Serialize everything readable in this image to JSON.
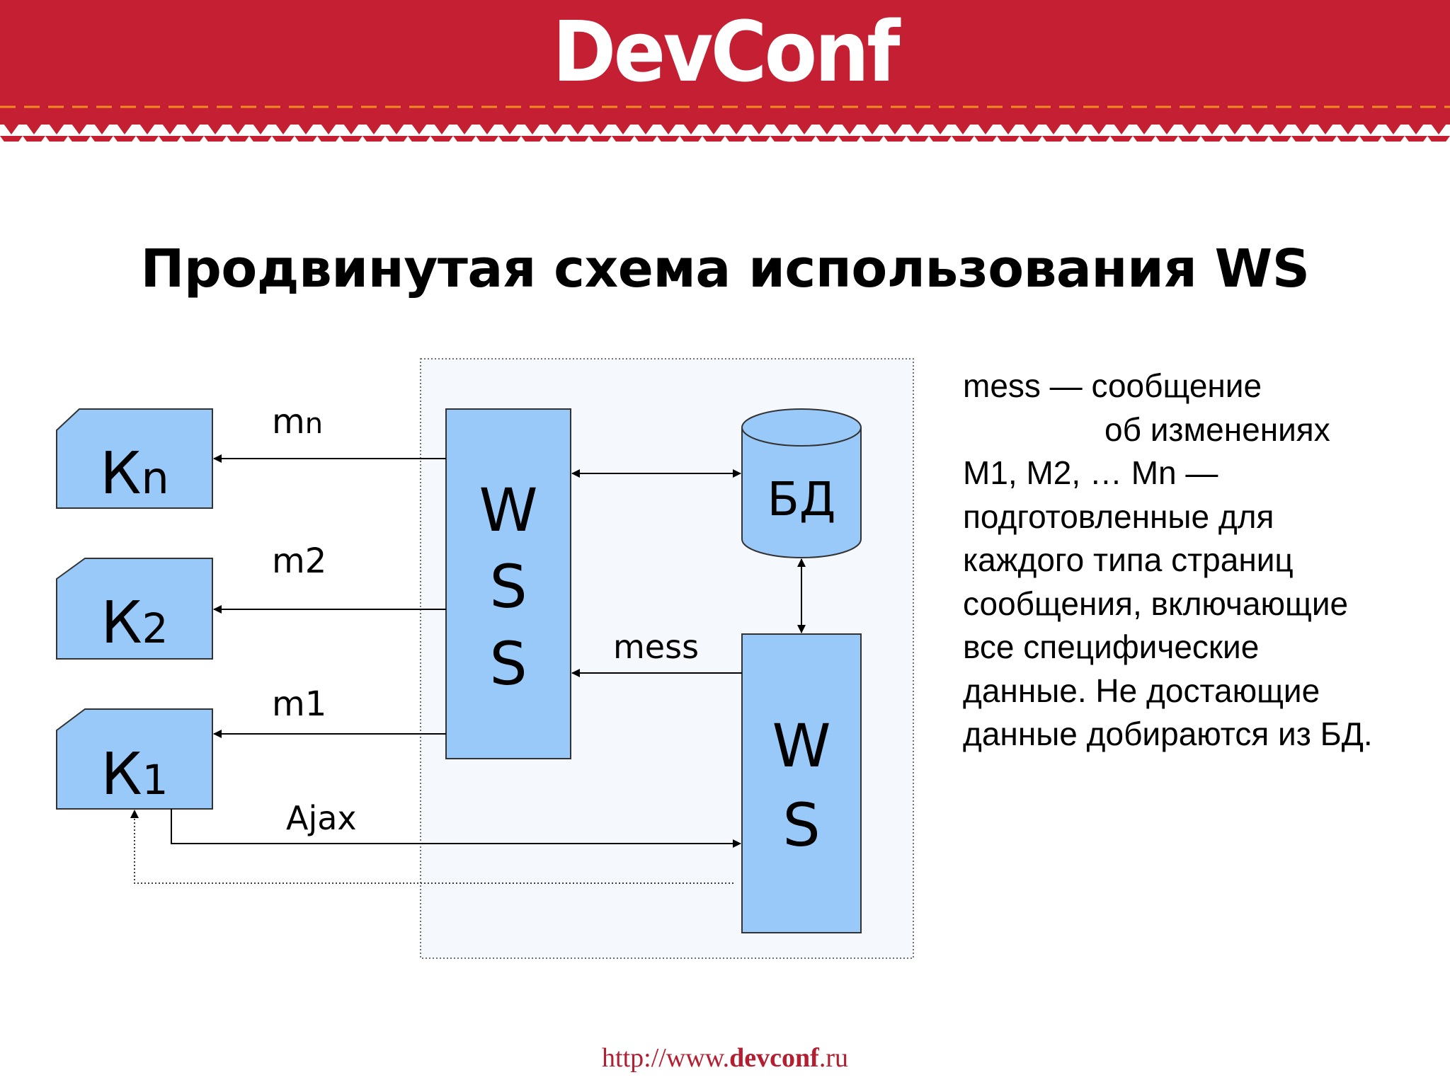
{
  "header": {
    "logo_text": "DevConf",
    "background_color": "#c41f32",
    "accent_color": "#f28a22"
  },
  "slide": {
    "title": "Продвинутая схема использования WS"
  },
  "diagram": {
    "clients": [
      {
        "letter": "К",
        "index": "n"
      },
      {
        "letter": "К",
        "index": "2"
      },
      {
        "letter": "К",
        "index": "1"
      }
    ],
    "wss_letters": [
      "W",
      "S",
      "S"
    ],
    "ws_letters": [
      "W",
      "S"
    ],
    "db_label": "БД",
    "messages": [
      {
        "prefix": "m",
        "suffix": "n"
      },
      {
        "prefix": "m2",
        "suffix": ""
      },
      {
        "prefix": "m1",
        "suffix": ""
      }
    ],
    "mess_label": "mess",
    "ajax_label": "Ajax",
    "box_fill": "#99c9f9",
    "server_area_fill": "#f5f8fc"
  },
  "notes": {
    "lines": [
      "mess — сообщение",
      "об изменениях",
      "M1, M2, … Mn —",
      "подготовленные для",
      "каждого типа страниц",
      "сообщения, включающие",
      "все специфические",
      "данные. Не достающие",
      "данные добираются из БД."
    ]
  },
  "footer": {
    "url_prefix": "http://www.",
    "url_domain": "devconf",
    "url_suffix": ".ru"
  }
}
